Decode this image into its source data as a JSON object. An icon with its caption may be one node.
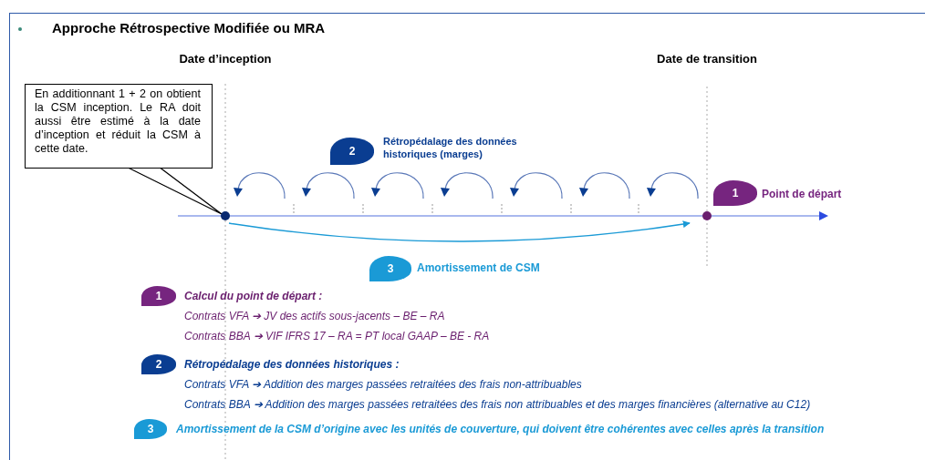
{
  "diagram": {
    "title": "Approche Rétrospective Modifiée ou MRA",
    "nodes": [
      {
        "text": [
          "En additionnant  1 + 2  on obtient la CSM inception. Le RA doit aussi être estimé à la date d’inception et réduit la CSM à cette date."
        ]
      },
      {
        "text": [],
        "shape": "circle"
      },
      {
        "text": [],
        "shape": "circle"
      },
      {
        "text": [
          "2"
        ],
        "beside": [
          "Rétropédalage des données historiques (marges)"
        ]
      },
      {
        "text": [
          "1"
        ],
        "beside": [
          "Point de départ"
        ]
      },
      {
        "text": [
          "3"
        ],
        "beside": [
          "Amortissement de CSM"
        ]
      },
      {
        "text": [
          "1"
        ],
        "beside": [
          "Calcul du point de départ :",
          "Contrats VFA ➔ JV des actifs sous-jacents – BE – RA",
          "Contrats BBA ➔ VIF IFRS 17 – RA = PT local GAAP – BE - RA"
        ]
      },
      {
        "text": [
          "2"
        ],
        "beside": [
          "Rétropédalage des données historiques :",
          "Contrats VFA ➔  Addition des marges passées retraitées des frais non-attribuables",
          "Contrats BBA ➔ Addition des marges passées retraitées des frais non attribuables et des marges financières (alternative au C12)"
        ]
      },
      {
        "text": [
          "3"
        ],
        "beside": [
          "Amortissement de la CSM d’origine avec les unités de couverture, qui doivent être cohérentes avec celles après la transition"
        ]
      }
    ],
    "edges": [
      {
        "from": 0,
        "to": 1,
        "arrow": "none"
      },
      {
        "from": 1,
        "to": 2,
        "arrow": "to",
        "color": "#1a9ad6"
      }
    ],
    "labels": [
      "Date d’inception",
      "Date de transition"
    ]
  }
}
